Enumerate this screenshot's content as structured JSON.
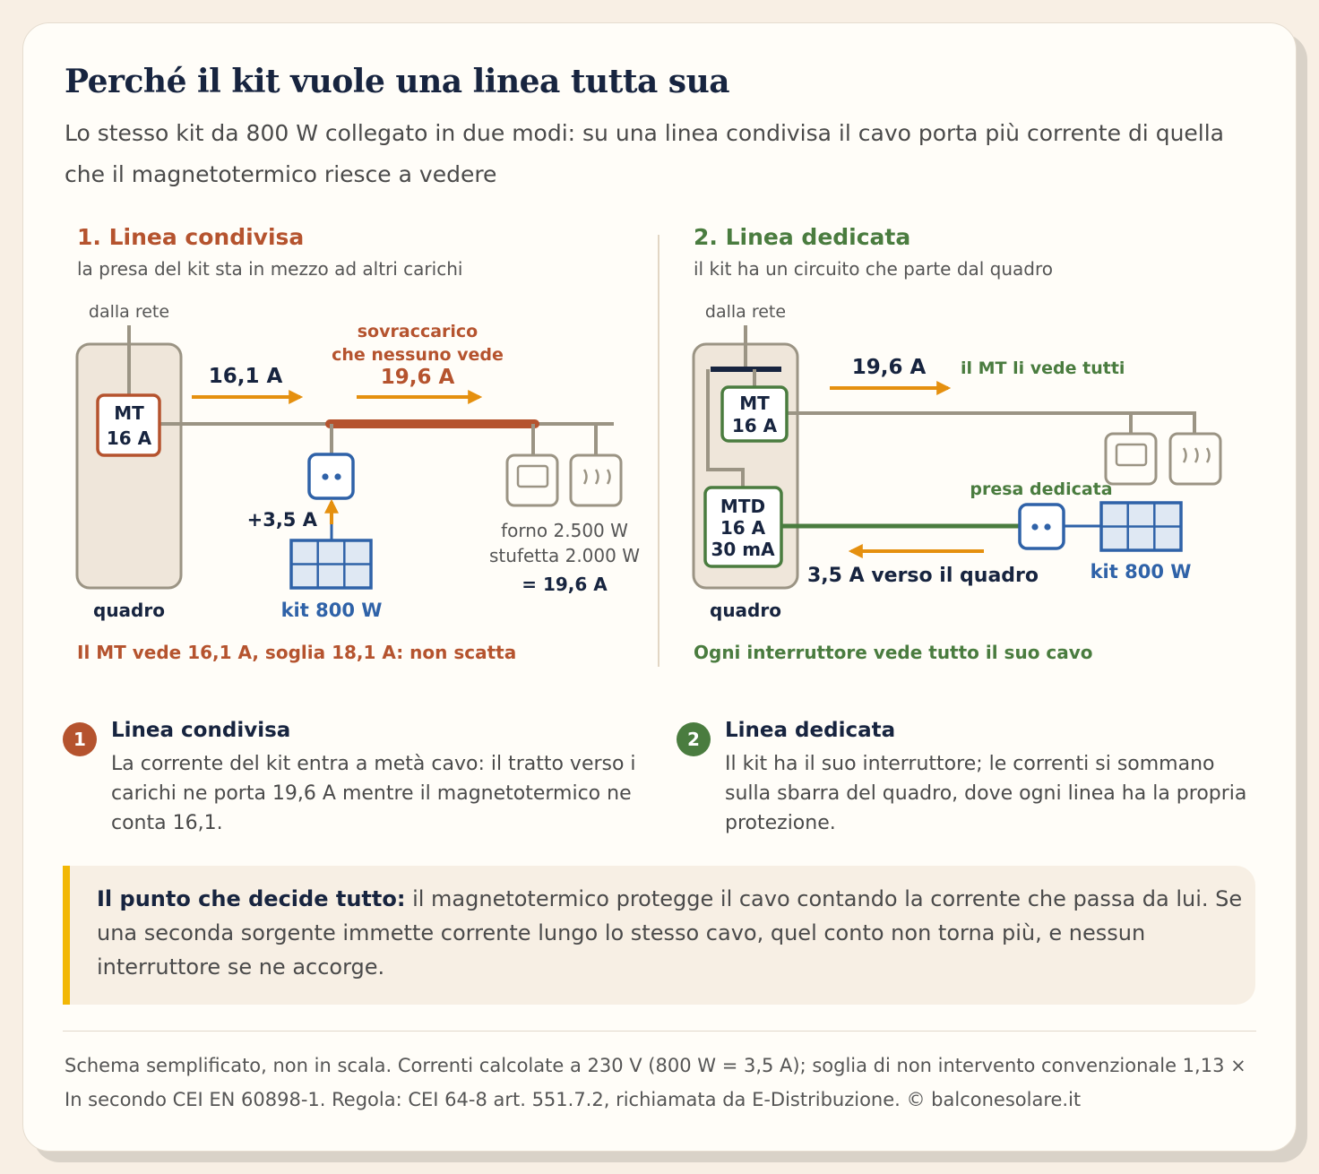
{
  "title": "Perché il kit vuole una linea tutta sua",
  "subtitle": "Lo stesso kit da 800 W collegato in due modi: su una linea condivisa il cavo porta più corrente di quella che il magnetotermico riesce a vedere",
  "colors": {
    "navy": "#17243f",
    "rust": "#b5532e",
    "green": "#4a7c3f",
    "blue": "#2f62a8",
    "orange": "#e5900f",
    "wire": "#9b9484",
    "panel": "#efe6da",
    "accent_bar": "#f2b705"
  },
  "panel1": {
    "heading": "1. Linea condivisa",
    "subheading": "la presa del kit sta in mezzo ad altri carichi",
    "grid_label": "dalla rete",
    "breaker": [
      "MT",
      "16 A"
    ],
    "arrow_current": "16,1 A",
    "overload_label": [
      "sovraccarico",
      "che nessuno vede"
    ],
    "overload_current": "19,6 A",
    "injection": "+3,5 A",
    "kit_label": "kit 800 W",
    "panel_label": "quadro",
    "loads": [
      "forno 2.500 W",
      "stufetta 2.000 W"
    ],
    "loads_total": "= 19,6 A",
    "note": "Il MT vede 16,1 A, soglia 18,1 A: non scatta"
  },
  "panel2": {
    "heading": "2. Linea dedicata",
    "subheading": "il kit ha un circuito che parte dal quadro",
    "grid_label": "dalla rete",
    "breaker": [
      "MT",
      "16 A"
    ],
    "rcd": [
      "MTD",
      "16 A",
      "30 mA"
    ],
    "arrow_current": "19,6 A",
    "sees_all": "il MT li vede tutti",
    "dedicated_socket": "presa dedicata",
    "return_current": "3,5 A verso il quadro",
    "kit_label": "kit 800 W",
    "panel_label": "quadro",
    "note": "Ogni interruttore vede tutto il suo cavo"
  },
  "steps": [
    {
      "number": "1",
      "title": "Linea condivisa",
      "body": "La corrente del kit entra a metà cavo: il tratto verso i carichi ne porta 19,6 A mentre il magnetotermico ne conta 16,1."
    },
    {
      "number": "2",
      "title": "Linea dedicata",
      "body": "Il kit ha il suo interruttore; le correnti si sommano sulla sbarra del quadro, dove ogni linea ha la propria protezione."
    }
  ],
  "callout": {
    "lead": "Il punto che decide tutto:",
    "text": " il magnetotermico protegge il cavo contando la corrente che passa da lui. Se una seconda sorgente immette corrente lungo lo stesso cavo, quel conto non torna più, e nessun interruttore se ne accorge."
  },
  "footer": "Schema semplificato, non in scala. Correnti calcolate a 230 V (800 W = 3,5 A); soglia di non intervento convenzionale 1,13 × In secondo CEI EN 60898-1. Regola: CEI 64-8 art. 551.7.2, richiamata da E-Distribuzione. © balconesolare.it"
}
